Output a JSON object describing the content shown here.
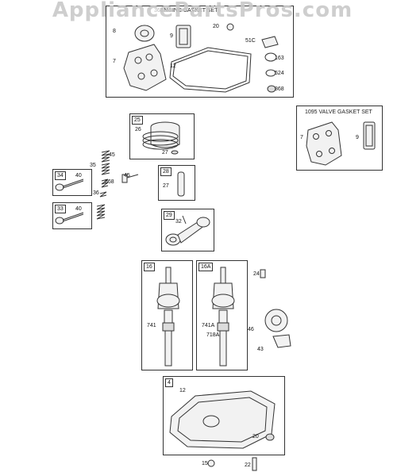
{
  "watermark": "AppliancePartsPros.com",
  "engine_gasket_set": {
    "title": "ENGINE GASKET SET",
    "labels": {
      "p8": "8",
      "p9": "9",
      "p20": "20",
      "p51c": "51C",
      "p7": "7",
      "p12": "12",
      "p163": "163",
      "p524": "524",
      "p868": "868"
    }
  },
  "valve_gasket_set": {
    "title": "1095 VALVE GASKET SET",
    "labels": {
      "p7": "7",
      "p9": "9"
    }
  },
  "piston_group": {
    "tag": "25",
    "labels": {
      "p26": "26",
      "p27": "27"
    }
  },
  "springs": {
    "labels": {
      "p45": "45",
      "p35": "35"
    }
  },
  "valve_34": {
    "tag": "34",
    "labels": {
      "p40": "40",
      "p36": "36",
      "p868": "868",
      "p45": "45"
    }
  },
  "pin_group": {
    "tag": "28",
    "labels": {
      "p27": "27"
    }
  },
  "valve_33": {
    "tag": "33",
    "labels": {
      "p40": "40"
    }
  },
  "rod_group": {
    "tag": "29",
    "labels": {
      "p32": "32"
    }
  },
  "crank_16": {
    "tag": "16",
    "labels": {
      "p741": "741"
    }
  },
  "crank_16a": {
    "tag": "16A",
    "labels": {
      "p741a": "741A",
      "p718a": "718A"
    }
  },
  "loose_parts": {
    "p24": "24",
    "p46": "46",
    "p43": "43"
  },
  "sump": {
    "tag": "4",
    "labels": {
      "p12": "12",
      "p20": "20"
    }
  },
  "bottom": {
    "p15": "15",
    "p22": "22"
  }
}
